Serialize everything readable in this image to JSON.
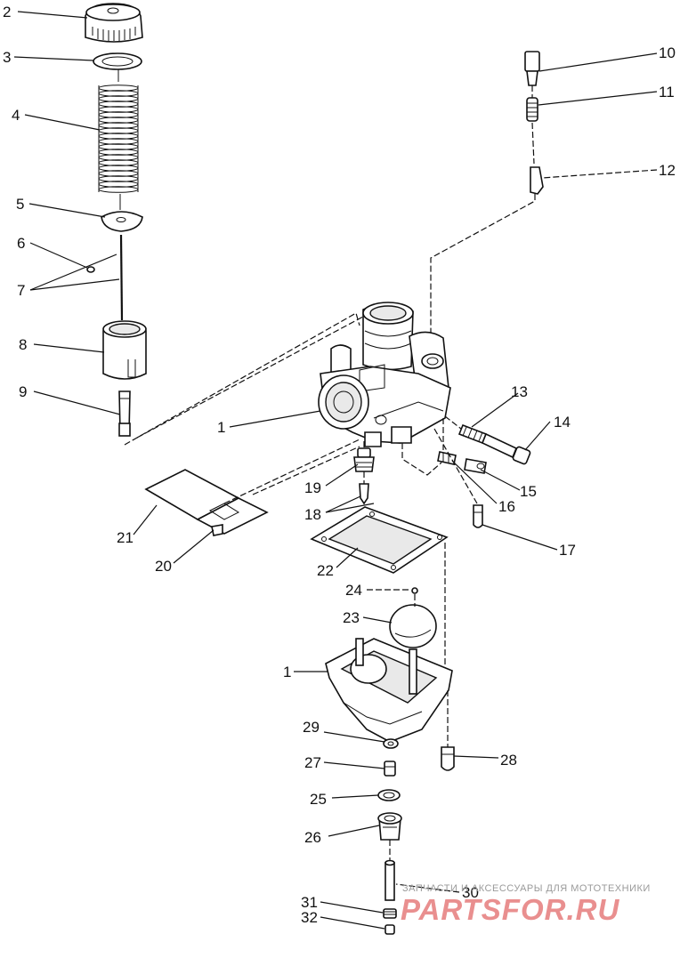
{
  "callouts": [
    {
      "id": "c2",
      "text": "2"
    },
    {
      "id": "c3",
      "text": "3"
    },
    {
      "id": "c4",
      "text": "4"
    },
    {
      "id": "c5",
      "text": "5"
    },
    {
      "id": "c6",
      "text": "6"
    },
    {
      "id": "c7",
      "text": "7"
    },
    {
      "id": "c8",
      "text": "8"
    },
    {
      "id": "c9",
      "text": "9"
    },
    {
      "id": "c10",
      "text": "10"
    },
    {
      "id": "c11",
      "text": "11"
    },
    {
      "id": "c12",
      "text": "12"
    },
    {
      "id": "c13",
      "text": "13"
    },
    {
      "id": "c14",
      "text": "14"
    },
    {
      "id": "c15",
      "text": "15"
    },
    {
      "id": "c16",
      "text": "16"
    },
    {
      "id": "c17",
      "text": "17"
    },
    {
      "id": "c1a",
      "text": "1"
    },
    {
      "id": "c19",
      "text": "19"
    },
    {
      "id": "c18",
      "text": "18"
    },
    {
      "id": "c21",
      "text": "21"
    },
    {
      "id": "c20",
      "text": "20"
    },
    {
      "id": "c22",
      "text": "22"
    },
    {
      "id": "c24",
      "text": "24"
    },
    {
      "id": "c23",
      "text": "23"
    },
    {
      "id": "c1b",
      "text": "1"
    },
    {
      "id": "c29",
      "text": "29"
    },
    {
      "id": "c28",
      "text": "28"
    },
    {
      "id": "c27",
      "text": "27"
    },
    {
      "id": "c25",
      "text": "25"
    },
    {
      "id": "c26",
      "text": "26"
    },
    {
      "id": "c30",
      "text": "30"
    },
    {
      "id": "c31",
      "text": "31"
    },
    {
      "id": "c32",
      "text": "32"
    }
  ],
  "watermark": {
    "caption": "ЗАПЧАСТИ И АКСЕССУАРЫ ДЛЯ МОТОТЕХНИКИ",
    "brand": "PARTSFOR.RU"
  },
  "colors": {
    "ink": "#111111",
    "watermark_brand": "#e98f8f",
    "watermark_caption": "#9a9a9a",
    "background": "#ffffff"
  }
}
